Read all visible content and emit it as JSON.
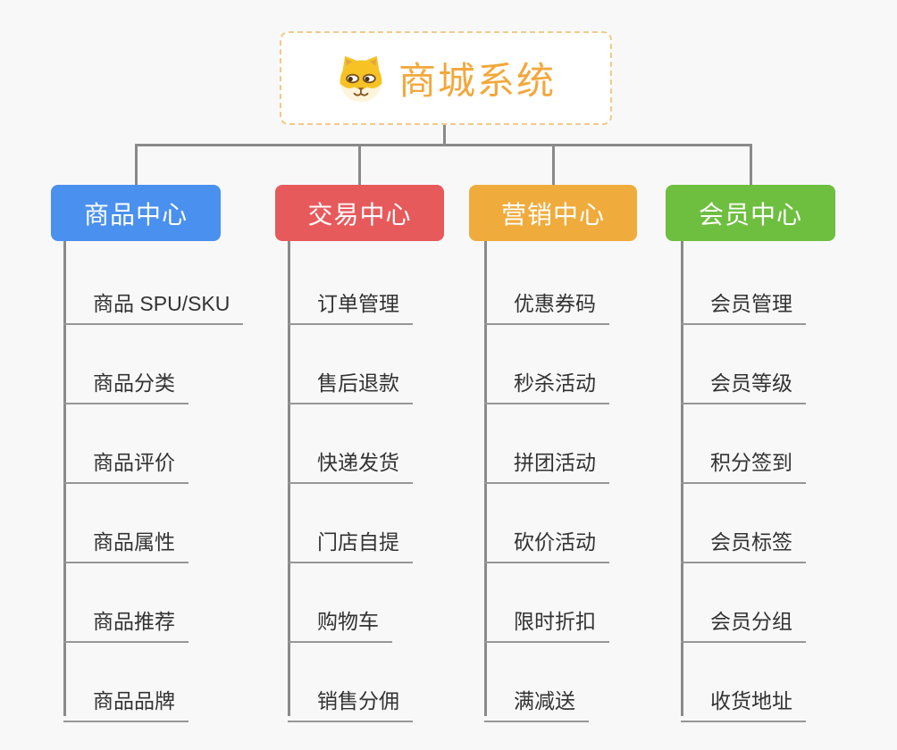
{
  "root": {
    "title": "商城系统",
    "icon": "dog-face-icon"
  },
  "branches": [
    {
      "label": "商品中心",
      "color": "#4a90ee",
      "children": [
        "商品 SPU/SKU",
        "商品分类",
        "商品评价",
        "商品属性",
        "商品推荐",
        "商品品牌"
      ]
    },
    {
      "label": "交易中心",
      "color": "#e75a5c",
      "children": [
        "订单管理",
        "售后退款",
        "快递发货",
        "门店自提",
        "购物车",
        "销售分佣"
      ]
    },
    {
      "label": "营销中心",
      "color": "#efac3c",
      "children": [
        "优惠券码",
        "秒杀活动",
        "拼团活动",
        "砍价活动",
        "限时折扣",
        "满减送"
      ]
    },
    {
      "label": "会员中心",
      "color": "#6ebf40",
      "children": [
        "会员管理",
        "会员等级",
        "积分签到",
        "会员标签",
        "会员分组",
        "收货地址"
      ]
    }
  ],
  "colors": {
    "background": "#f8f8f8",
    "connector": "#8a8a8a",
    "underline": "#969696",
    "root_accent": "#f2a83c",
    "root_border": "#f2c98c",
    "child_text": "#333333"
  }
}
